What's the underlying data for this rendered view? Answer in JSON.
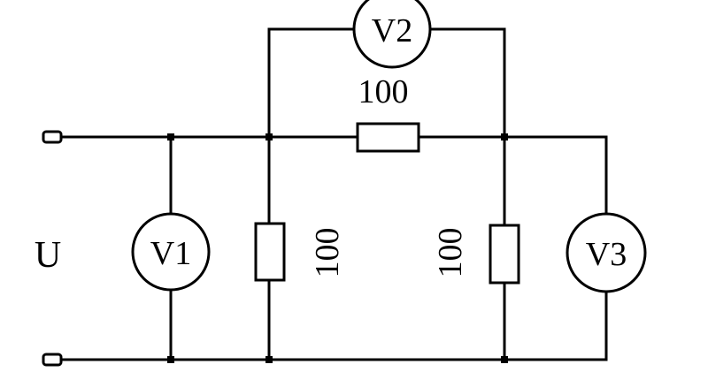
{
  "diagram": {
    "source_label": "U",
    "voltmeters": {
      "v1": "V1",
      "v2": "V2",
      "v3": "V3"
    },
    "resistors": {
      "top": "100",
      "left": "100",
      "right": "100"
    }
  }
}
